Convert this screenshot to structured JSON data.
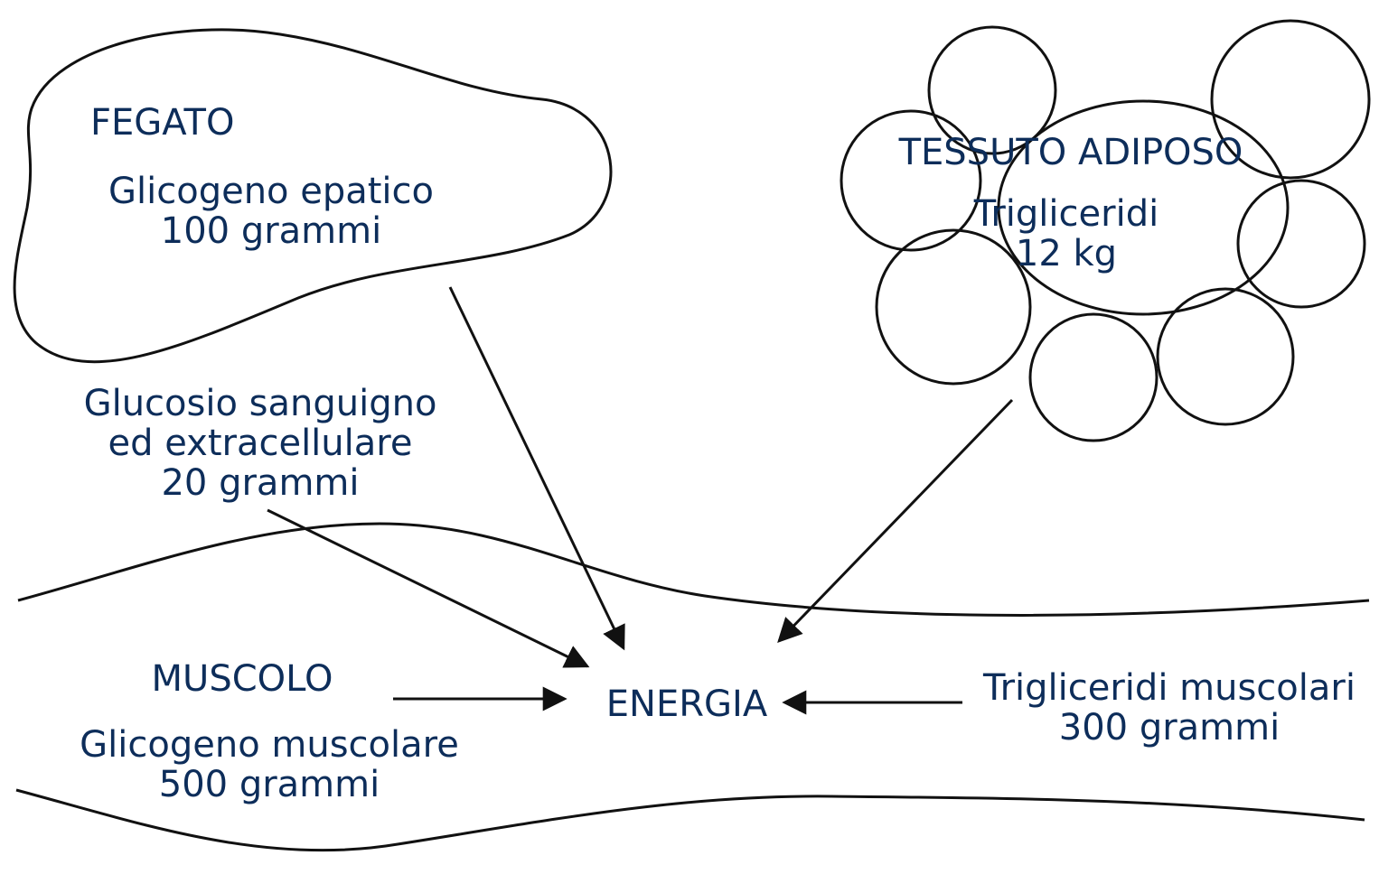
{
  "colors": {
    "text": "#0d2d5a",
    "lines": "#111111",
    "background": "#ffffff"
  },
  "liver": {
    "title": "FEGATO",
    "content_line1": "Glicogeno epatico",
    "content_line2": "100 grammi"
  },
  "adipose": {
    "title": "TESSUTO ADIPOSO",
    "content_line1": "Trigliceridi",
    "content_line2": "12 kg"
  },
  "blood": {
    "line1": "Glucosio sanguigno",
    "line2": "ed extracellulare",
    "line3": "20 grammi"
  },
  "muscle": {
    "title": "MUSCOLO",
    "content_line1": "Glicogeno muscolare",
    "content_line2": "500 grammi"
  },
  "muscle_triglycerides": {
    "line1": "Trigliceridi muscolari",
    "line2": "300 grammi"
  },
  "energy": {
    "label": "ENERGIA"
  }
}
